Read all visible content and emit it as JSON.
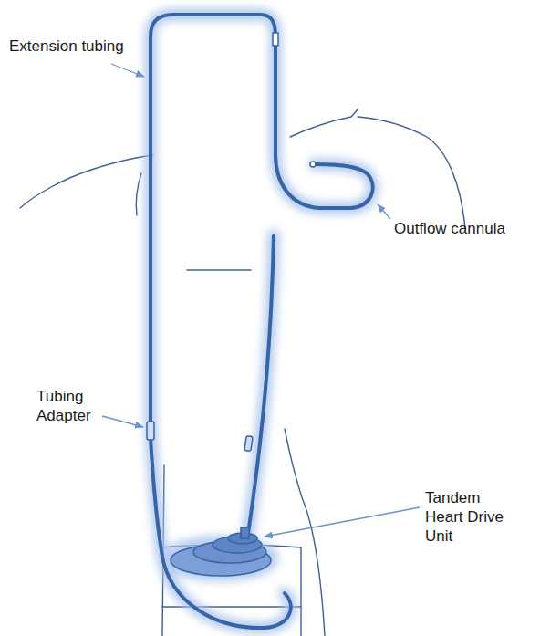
{
  "diagram": {
    "labels": [
      "Extension tubing",
      "Outflow cannula",
      "Tubing Adapter",
      "Tandem Heart Drive Unit"
    ]
  }
}
